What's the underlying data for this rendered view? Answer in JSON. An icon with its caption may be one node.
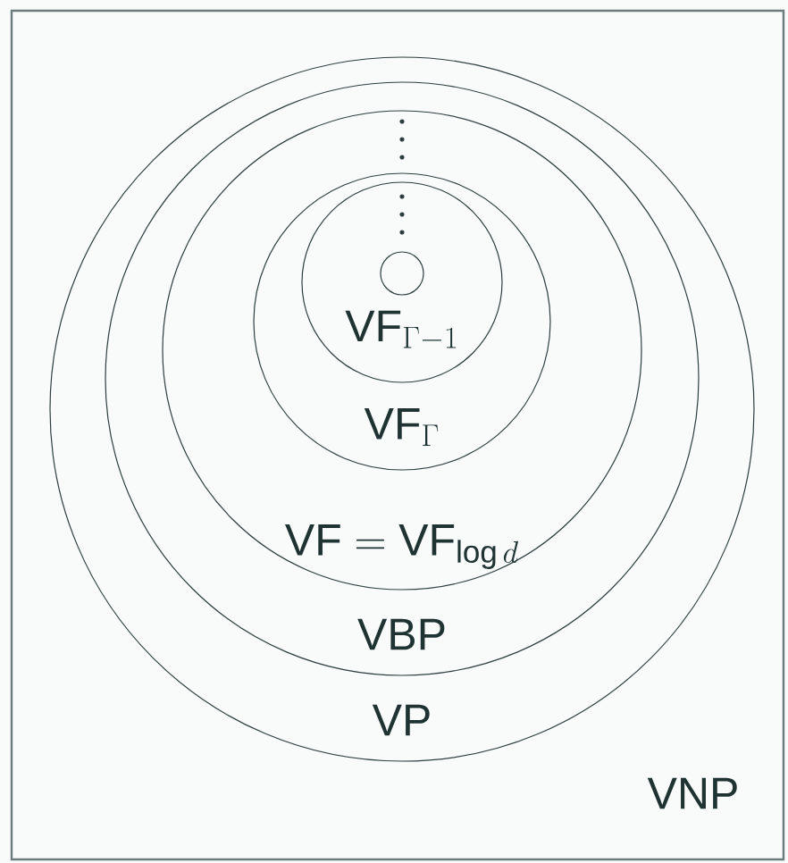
{
  "diagram": {
    "nodes": [
      {
        "text": [
          "VNP"
        ]
      },
      {
        "text": [
          "VP"
        ],
        "in": 0
      },
      {
        "text": [
          "VBP"
        ],
        "in": 1
      },
      {
        "text": [
          "\\mathrm{VF} = \\mathrm{VF}_{\\log d}"
        ],
        "in": 2
      },
      {
        "text": [
          "\\mathrm{VF}_{\\Gamma}"
        ],
        "in": 3
      },
      {
        "text": [
          "\\mathrm{VF}_{\\Gamma-1}"
        ],
        "in": 4
      },
      {
        "text": [],
        "shape": "circle",
        "in": 5
      }
    ]
  }
}
